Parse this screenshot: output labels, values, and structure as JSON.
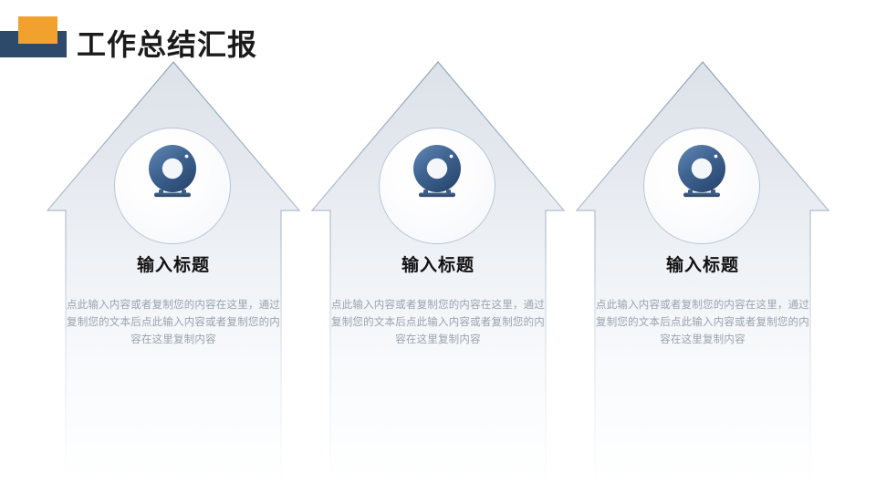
{
  "header": {
    "title": "工作总结汇报",
    "logo": {
      "blue_color": "#2e4a6b",
      "orange_color": "#f0a12e"
    }
  },
  "theme": {
    "background": "#ffffff",
    "icon_blue_dark": "#2d4a6f",
    "icon_blue_light": "#5c82ad",
    "arrow_border": "#9fb0c4",
    "arrow_fill_top": "#dfe4ea",
    "arrow_fill_bottom": "#ffffff",
    "title_color": "#111111",
    "body_color": "#9aa3ad"
  },
  "columns": [
    {
      "icon": "webcam-icon",
      "title": "输入标题",
      "body_lines": [
        "点此输入内容或者复制您的内",
        "容在这里，通过复制您的文本",
        "后点此输入内容或者复制您的",
        "内容在这里复制内容"
      ],
      "body": "点此输入内容或者复制您的内容在这里，通过复制您的文本后点此输入内容或者复制您的内容在这里复制内容"
    },
    {
      "icon": "webcam-icon",
      "title": "输入标题",
      "body_lines": [
        "点此输入内容或者复制您的内",
        "容在这里，通过复制您的文本",
        "后点此输入内容或者复制您的",
        "内容在这里复制内容"
      ],
      "body": "点此输入内容或者复制您的内容在这里，通过复制您的文本后点此输入内容或者复制您的内容在这里复制内容"
    },
    {
      "icon": "webcam-icon",
      "title": "输入标题",
      "body_lines": [
        "点此输入内容或者复制您的内",
        "容在这里，通过复制您的文本",
        "后点此输入内容或者复制您的",
        "内容在这里复制内容"
      ],
      "body": "点此输入内容或者复制您的内容在这里，通过复制您的文本后点此输入内容或者复制您的内容在这里复制内容"
    }
  ]
}
